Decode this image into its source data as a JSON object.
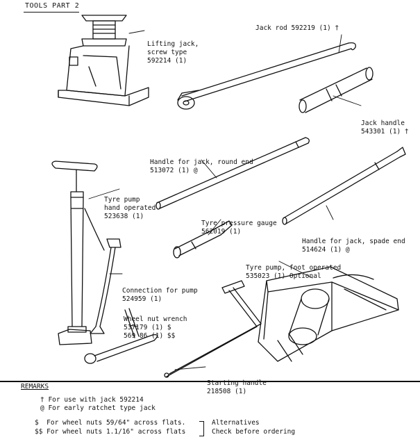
{
  "title": "TOOLS PART 2",
  "labels": {
    "lifting_jack": [
      "Lifting jack,",
      "screw type",
      "592214 (1)"
    ],
    "jack_rod": "Jack rod 592219 (1) †",
    "jack_handle": [
      "Jack handle",
      "543301 (1) †"
    ],
    "handle_round": [
      "Handle for jack, round end",
      "513072 (1) @"
    ],
    "tyre_pump_hand": [
      "Tyre pump",
      "hand operated",
      "523638 (1)"
    ],
    "tyre_gauge": [
      "Tyre pressure gauge",
      "562019 (1)"
    ],
    "handle_spade": [
      "Handle for jack, spade end",
      "514624 (1) @"
    ],
    "tyre_pump_foot": [
      "Tyre pump, foot operated",
      "535023 (1) Optional"
    ],
    "connection": [
      "Connection for pump",
      "524959 (1)"
    ],
    "wheel_wrench": [
      "Wheel nut wrench",
      "537179 (1) $",
      "569 86 (1) $$"
    ],
    "starting_handle": [
      "Starting handle",
      "218508 (1)"
    ]
  },
  "remarks": {
    "heading": "REMARKS",
    "notes": [
      "† For use with jack 592214",
      "@ For early ratchet type jack"
    ],
    "alternatives": [
      "$  For wheel nuts 59/64\" across flats.",
      "$$ For wheel nuts 1.1/16\" across flats"
    ],
    "alt_note": [
      "Alternatives",
      "Check before ordering"
    ]
  }
}
